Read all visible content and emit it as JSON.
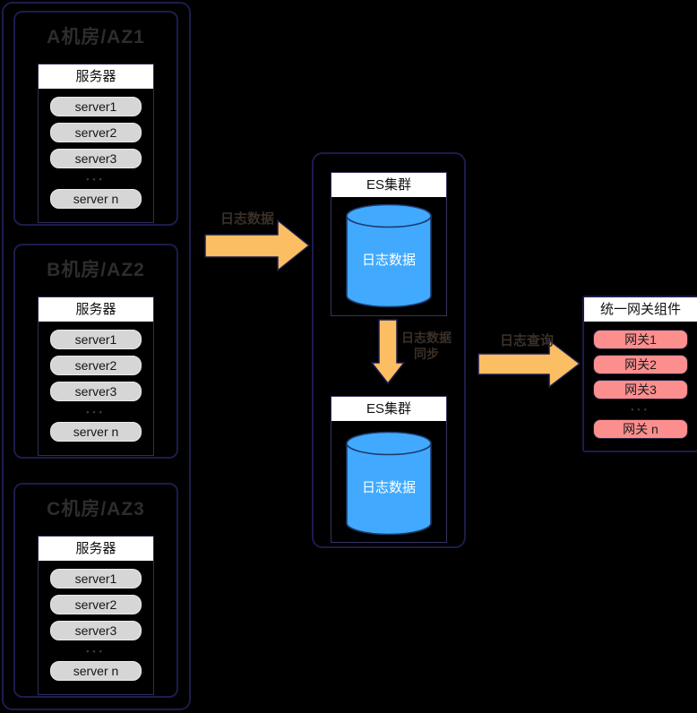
{
  "colors": {
    "background": "#000000",
    "container_border": "#1c1c4e",
    "panel_header_bg": "#ffffff",
    "zone_title_text": "#2d2d2d",
    "server_pill_fill": "#d6d6d6",
    "gateway_pill_fill": "#fc8e8e",
    "cylinder_fill": "#41aaff",
    "arrow_fill": "#fbbe63",
    "arrow_label_text": "#3a3028"
  },
  "zones": [
    {
      "title": "A机房/AZ1",
      "server_panel": {
        "header": "服务器",
        "items": [
          "server1",
          "server2",
          "server3"
        ],
        "ellipsis": "•••",
        "last_item": "server n"
      }
    },
    {
      "title": "B机房/AZ2",
      "server_panel": {
        "header": "服务器",
        "items": [
          "server1",
          "server2",
          "server3"
        ],
        "ellipsis": "•••",
        "last_item": "server n"
      }
    },
    {
      "title": "C机房/AZ3",
      "server_panel": {
        "header": "服务器",
        "items": [
          "server1",
          "server2",
          "server3"
        ],
        "ellipsis": "•••",
        "last_item": "server n"
      }
    }
  ],
  "es_stack": {
    "clusters": [
      {
        "header": "ES集群",
        "cylinder_label": "日志数据"
      },
      {
        "header": "ES集群",
        "cylinder_label": "日志数据"
      }
    ]
  },
  "gateway_panel": {
    "header": "统一网关组件",
    "items": [
      "网关1",
      "网关2",
      "网关3"
    ],
    "ellipsis": "•••",
    "last_item": "网关 n"
  },
  "arrows": {
    "ingest": {
      "label": "日志数据"
    },
    "sync": {
      "label_line1": "日志数据",
      "label_line2": "同步"
    },
    "query": {
      "label": "日志查询"
    }
  }
}
